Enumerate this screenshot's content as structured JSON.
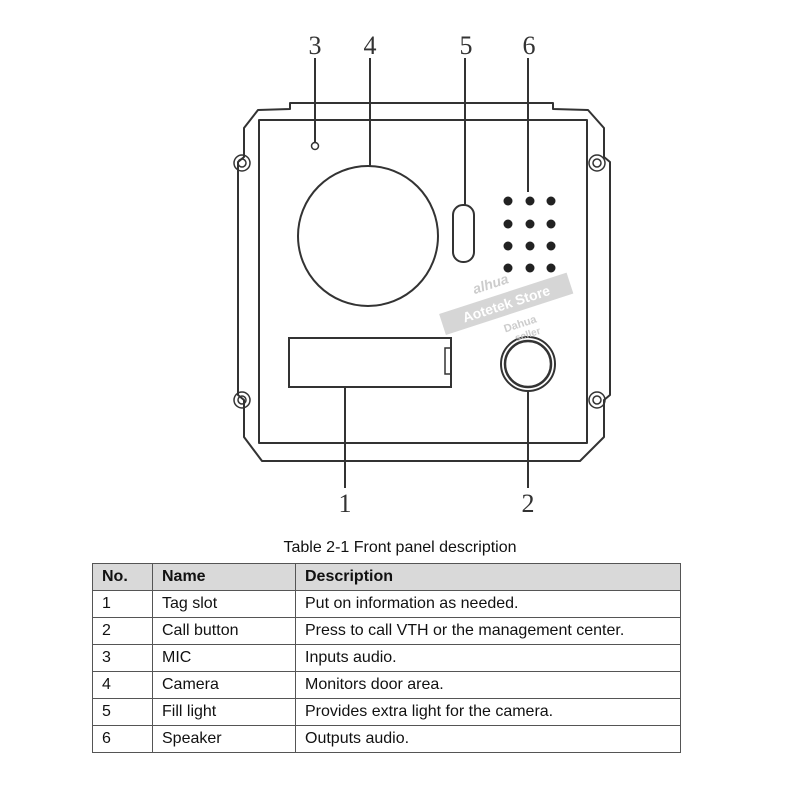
{
  "diagram": {
    "callouts": [
      "1",
      "2",
      "3",
      "4",
      "5",
      "6"
    ],
    "watermark": {
      "brand": "alhua",
      "store": "Aotetek Store",
      "seller_line1": "Dahua",
      "seller_line2": "seller"
    }
  },
  "table": {
    "caption": "Table 2-1 Front panel description",
    "headers": [
      "No.",
      "Name",
      "Description"
    ],
    "rows": [
      {
        "no": "1",
        "name": "Tag slot",
        "desc": "Put on information as needed."
      },
      {
        "no": "2",
        "name": "Call button",
        "desc": "Press to call VTH or the management center."
      },
      {
        "no": "3",
        "name": "MIC",
        "desc": "Inputs audio."
      },
      {
        "no": "4",
        "name": "Camera",
        "desc": "Monitors door area."
      },
      {
        "no": "5",
        "name": "Fill light",
        "desc": "Provides extra light for the camera."
      },
      {
        "no": "6",
        "name": "Speaker",
        "desc": "Outputs audio."
      }
    ]
  },
  "colors": {
    "line": "#333333",
    "header_bg": "#d9d9d9",
    "watermark": "#c8c8c8"
  }
}
